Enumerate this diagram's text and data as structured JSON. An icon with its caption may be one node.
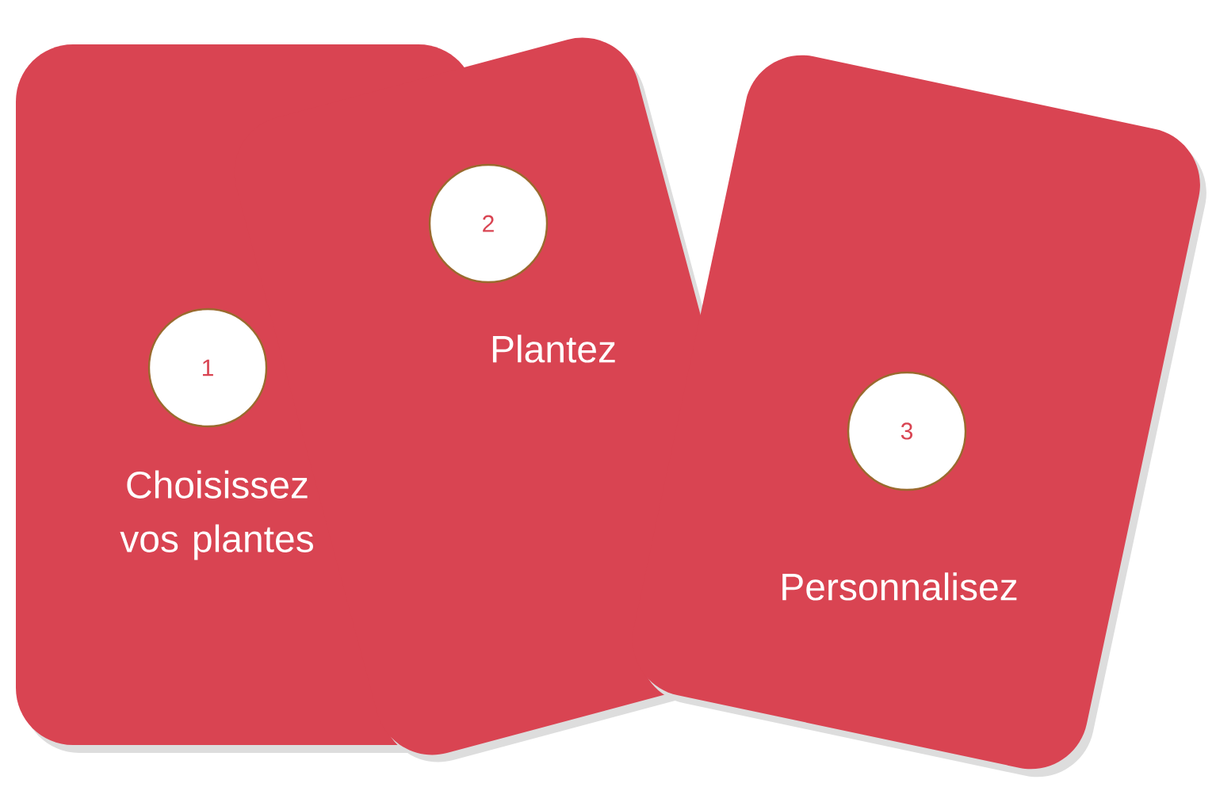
{
  "diagram": {
    "nodes": [
      {
        "text": [
          "Choisissez vos plantes"
        ]
      },
      {
        "text": [
          "1"
        ],
        "in": 0
      },
      {
        "text": [
          "Plantez"
        ]
      },
      {
        "text": [
          "2"
        ],
        "in": 2
      },
      {
        "text": [
          "Personnalisez"
        ]
      },
      {
        "text": [
          "3"
        ],
        "in": 4
      }
    ]
  }
}
